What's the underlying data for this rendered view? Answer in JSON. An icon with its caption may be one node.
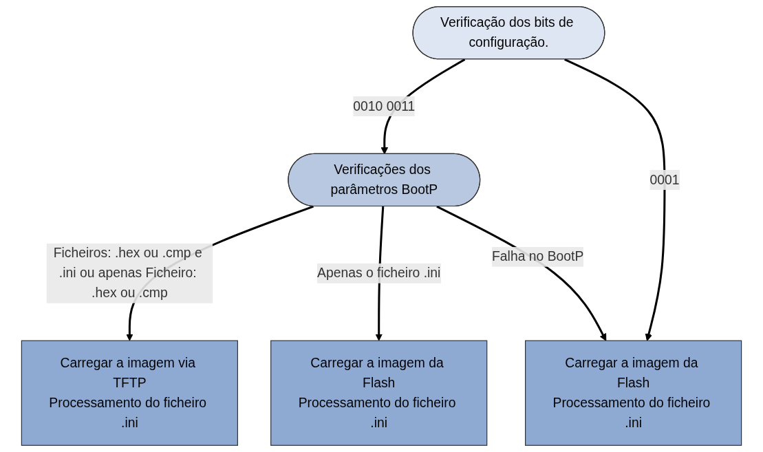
{
  "diagram": {
    "nodes": [
      {
        "text": [
          "Verificação dos bits de configuração."
        ]
      },
      {
        "text": [
          "Verificações dos parâmetros BootP"
        ]
      },
      {
        "text": [
          "Carregar a imagem via TFTP",
          "Processamento do ficheiro .ini"
        ]
      },
      {
        "text": [
          "Carregar a imagem da Flash",
          "Processamento do ficheiro .ini"
        ]
      },
      {
        "text": [
          "Carregar a imagem da Flash",
          "Processamento do ficheiro .ini"
        ]
      }
    ],
    "edges": [
      {
        "from": 0,
        "to": 1,
        "arrow": "to",
        "label": "0010 0011"
      },
      {
        "from": 0,
        "to": 4,
        "arrow": "to",
        "label": "0001"
      },
      {
        "from": 1,
        "to": 2,
        "arrow": "to",
        "label": "Ficheiros: .hex ou .cmp e .ini ou apenas Ficheiro: .hex ou .cmp"
      },
      {
        "from": 1,
        "to": 3,
        "arrow": "to",
        "label": "Apenas o ficheiro .ini"
      },
      {
        "from": 1,
        "to": 4,
        "arrow": "to",
        "label": "Falha no BootP"
      }
    ]
  }
}
